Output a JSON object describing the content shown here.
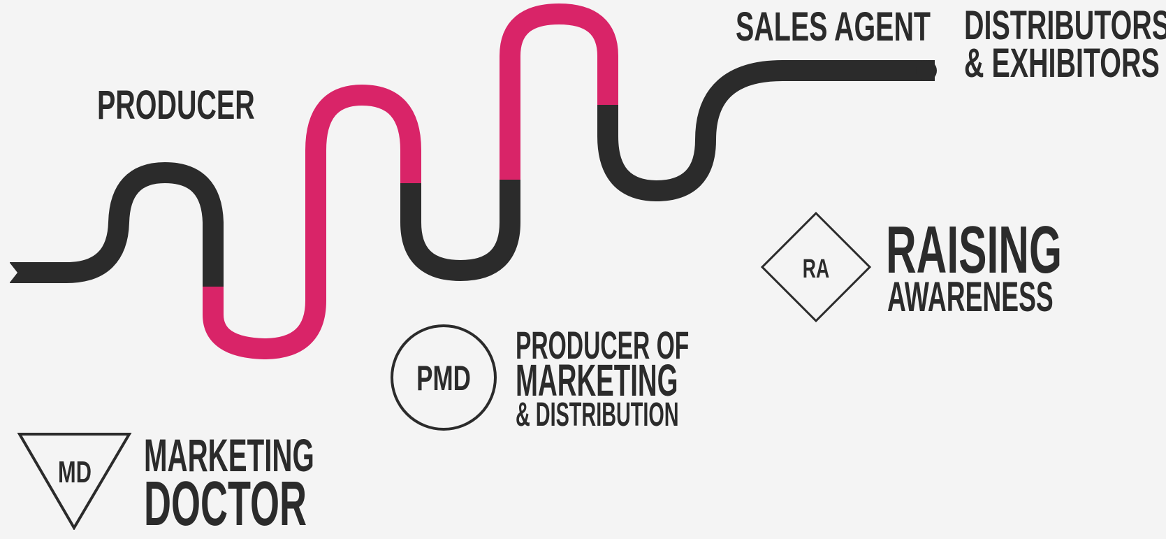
{
  "path": {
    "stages": [
      "PRODUCER",
      "SALES AGENT",
      "DISTRIBUTORS & EXHIBITORS"
    ],
    "colors": {
      "dark": "#2b2b2b",
      "accent": "#d92468",
      "background": "#f4f4f4"
    }
  },
  "labels": {
    "producer": "PRODUCER",
    "sales_agent": "SALES AGENT",
    "distributors_line1": "DISTRIBUTORS",
    "distributors_line2": "& EXHIBITORS"
  },
  "logos": {
    "raising_awareness": {
      "badge": "RA",
      "line1": "RAISING",
      "line2": "AWARENESS",
      "shape": "diamond"
    },
    "producer_of_marketing": {
      "badge": "PMD",
      "line1": "PRODUCER OF",
      "line2": "MARKETING",
      "line3": "& DISTRIBUTION",
      "shape": "circle"
    },
    "marketing_doctor": {
      "badge": "MD",
      "line1": "MARKETING",
      "line2": "DOCTOR",
      "shape": "inverted-triangle"
    }
  }
}
